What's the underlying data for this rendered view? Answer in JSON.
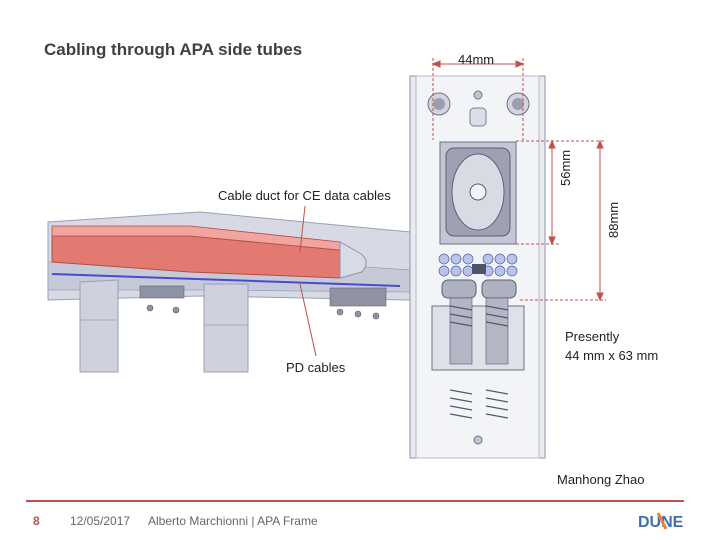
{
  "slide": {
    "title": "Cabling through APA side tubes",
    "labels": {
      "ce_duct": "Cable duct for CE data cables",
      "pd_cables": "PD cables",
      "dim_44": "44mm",
      "dim_56": "56mm",
      "dim_88": "88mm"
    },
    "note": {
      "line1": "Presently",
      "line2": "44 mm x 63 mm"
    },
    "author": "Manhong Zhao"
  },
  "footer": {
    "page": "8",
    "date": "12/05/2017",
    "presenter": "Alberto Marchionni | APA Frame",
    "logo": "DUNE"
  },
  "colors": {
    "accent": "#c0504d",
    "dimension": "#c0504d",
    "duct": "#e0706a",
    "pd_cable": "#4a4ad0"
  }
}
